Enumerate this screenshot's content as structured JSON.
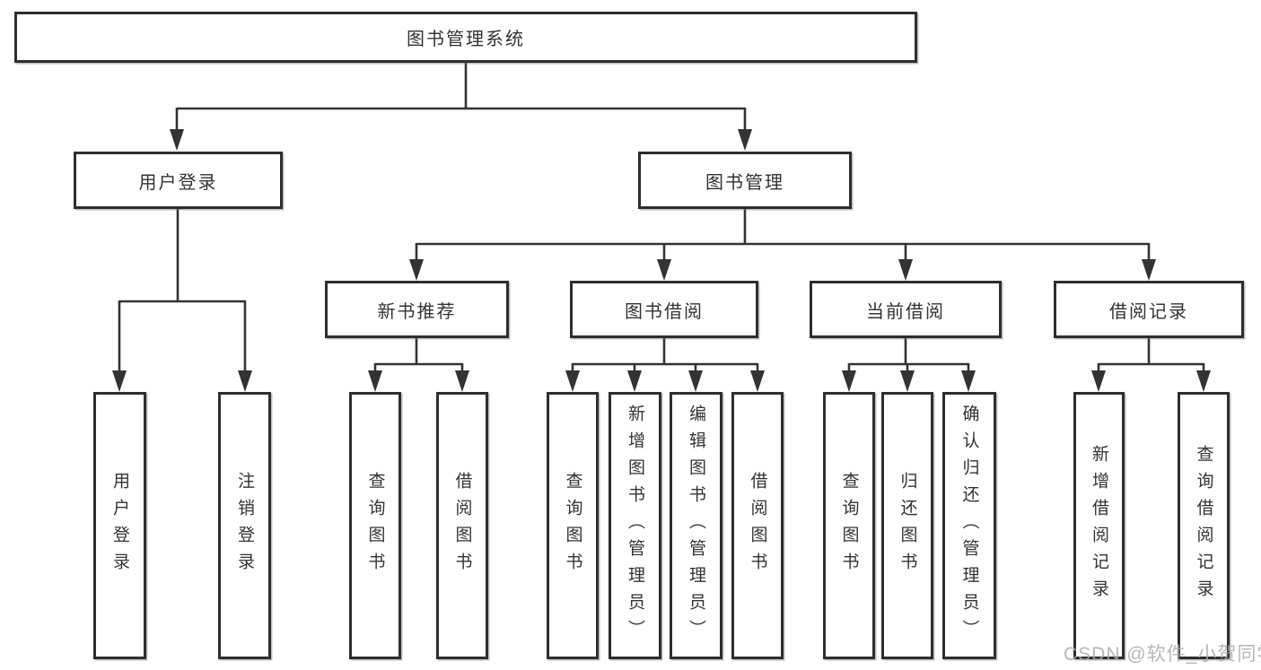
{
  "diagram_title": "图书管理系统",
  "colors": {
    "line": "#333333",
    "box_border": "#2e2e2e",
    "box_background": "#ffffff",
    "text": "#333333",
    "watermark": "#ababab",
    "background": "#ffffff"
  },
  "tree": {
    "root": {
      "label": "图书管理系统",
      "children": [
        {
          "label": "用户登录",
          "children": [
            {
              "label": "用户登录"
            },
            {
              "label": "注销登录"
            }
          ]
        },
        {
          "label": "图书管理",
          "children": [
            {
              "label": "新书推荐",
              "children": [
                {
                  "label": "查询图书"
                },
                {
                  "label": "借阅图书"
                }
              ]
            },
            {
              "label": "图书借阅",
              "children": [
                {
                  "label": "查询图书"
                },
                {
                  "label": "新增图书（管理员）"
                },
                {
                  "label": "编辑图书（管理员）"
                },
                {
                  "label": "借阅图书"
                }
              ]
            },
            {
              "label": "当前借阅",
              "children": [
                {
                  "label": "查询图书"
                },
                {
                  "label": "归还图书"
                },
                {
                  "label": "确认归还（管理员）"
                }
              ]
            },
            {
              "label": "借阅记录",
              "children": [
                {
                  "label": "新增借阅记录"
                },
                {
                  "label": "查询借阅记录"
                }
              ]
            }
          ]
        }
      ]
    }
  },
  "watermark": {
    "text": "CSDN @软件_小贺同学"
  }
}
